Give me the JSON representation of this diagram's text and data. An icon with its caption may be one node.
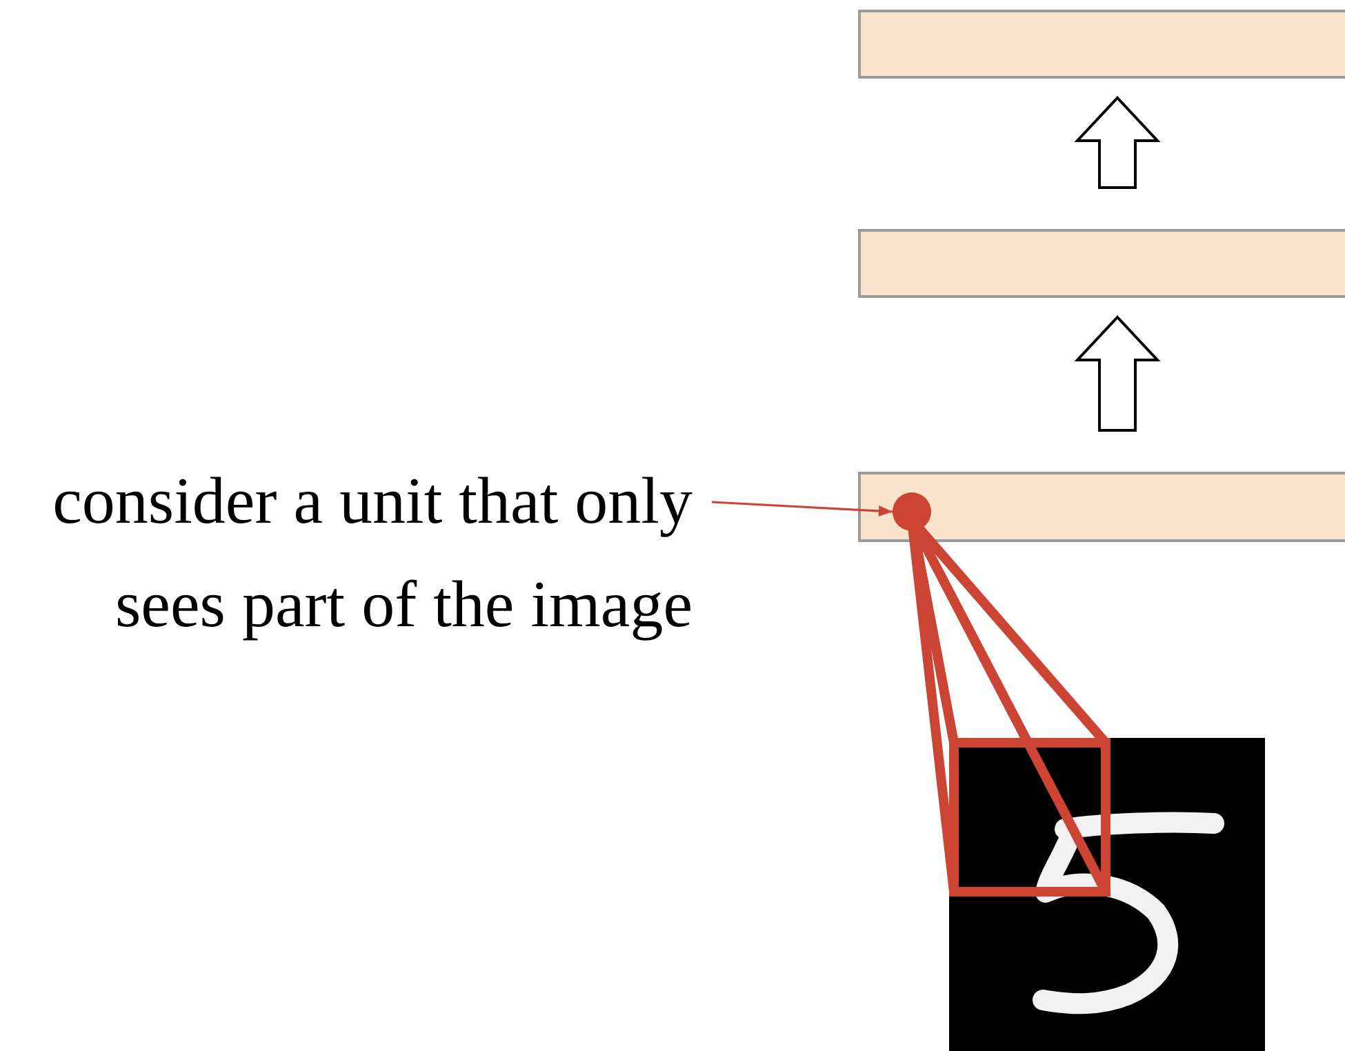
{
  "diagram": {
    "nodes": [
      {
        "text": [],
        "shape": "bar"
      },
      {
        "text": [],
        "shape": "bar"
      },
      {
        "text": [],
        "shape": "bar"
      },
      {
        "text": [
          "consider a unit that only sees part of the image"
        ]
      },
      {
        "text": [],
        "shape": "circle",
        "in": 2
      },
      {
        "text": [],
        "shape": "picture"
      },
      {
        "text": [],
        "shape": "box",
        "in": 5
      }
    ],
    "edges": [
      {
        "from": 1,
        "to": 0,
        "arrow": "to"
      },
      {
        "from": 2,
        "to": 1,
        "arrow": "to"
      },
      {
        "from": 3,
        "to": 4,
        "arrow": "to",
        "color": "#cc4433"
      },
      {
        "from": 4,
        "to": 6,
        "arrow": "none",
        "style": "thick",
        "color": "#cc4433"
      }
    ]
  }
}
